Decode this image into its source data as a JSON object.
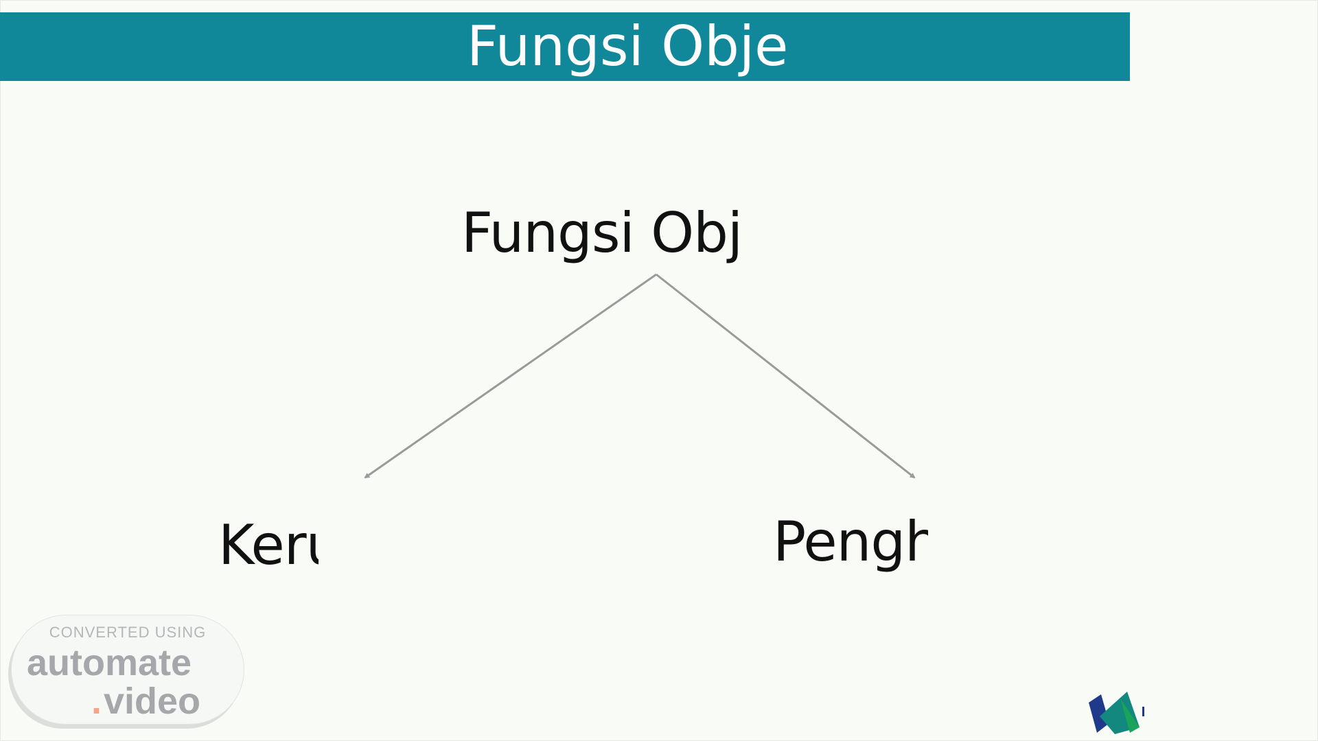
{
  "slide": {
    "title": "Fungsi Obje",
    "diagram": {
      "root": "Fungsi Obj",
      "left_child": "Keru",
      "right_child": "Pengh"
    }
  },
  "watermark": {
    "caption": "CONVERTED USING",
    "line1": "automate",
    "dot": ".",
    "line2": "video"
  },
  "logo": {
    "icon": "automate-video-logo-icon",
    "colors": [
      "#1f3a8a",
      "#13887e",
      "#1aa35a"
    ]
  },
  "colors": {
    "title_bar": "#10889a",
    "background": "#f9fbf7",
    "connector": "#9a9a9a"
  }
}
